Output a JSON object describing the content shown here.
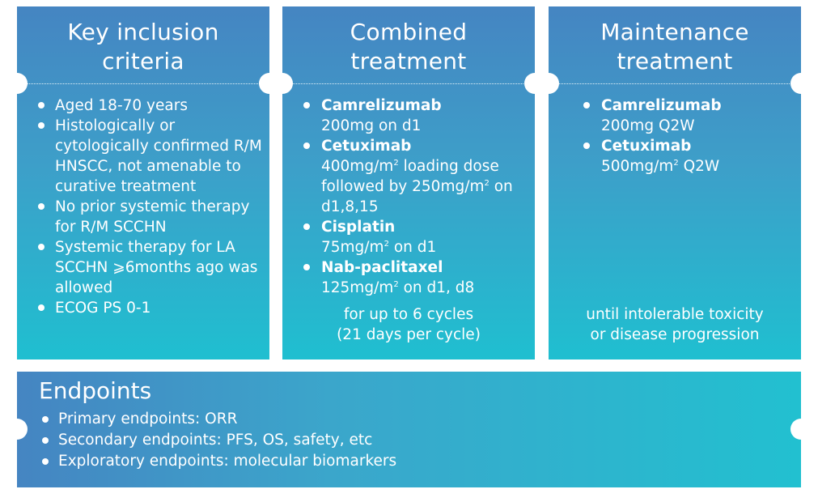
{
  "inclusion": {
    "title_line1": "Key inclusion",
    "title_line2": "criteria",
    "items": [
      "Aged 18-70 years",
      "Histologically or cytologically confirmed R/M HNSCC, not amenable to curative treatment",
      "No prior systemic therapy for R/M SCCHN",
      "Systemic therapy for LA SCCHN ⩾6months ago was allowed",
      "ECOG PS 0-1"
    ]
  },
  "combined": {
    "title_line1": "Combined",
    "title_line2": "treatment",
    "items": [
      {
        "drug": "Camrelizumab",
        "dose_a": "200mg on d1"
      },
      {
        "drug": "Cetuximab",
        "dose_a": "400mg/m",
        "dose_sup": "2",
        "dose_b": " loading dose followed by 250mg/m",
        "dose_sup2": "2",
        "dose_c": " on d1,8,15"
      },
      {
        "drug": "Cisplatin",
        "dose_a": "75mg/m",
        "dose_sup": "2",
        "dose_b": " on d1"
      },
      {
        "drug": "Nab-paclitaxel",
        "dose_a": "125mg/m",
        "dose_sup": "2",
        "dose_b": " on d1, d8"
      }
    ],
    "footnote_line1": "for up to 6 cycles",
    "footnote_line2": "(21 days per cycle)"
  },
  "maintenance": {
    "title_line1": "Maintenance",
    "title_line2": "treatment",
    "items": [
      {
        "drug": "Camrelizumab",
        "dose_a": "200mg Q2W"
      },
      {
        "drug": "Cetuximab",
        "dose_a": "500mg/m",
        "dose_sup": "2",
        "dose_b": " Q2W"
      }
    ],
    "footnote_line1": "until intolerable toxicity",
    "footnote_line2": "or disease progression"
  },
  "endpoints": {
    "title": "Endpoints",
    "items": [
      "Primary endpoints: ORR",
      "Secondary endpoints: PFS, OS, safety, etc",
      "Exploratory endpoints: molecular biomarkers"
    ]
  }
}
